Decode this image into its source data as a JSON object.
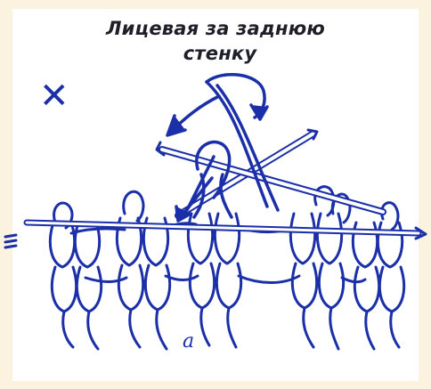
{
  "title": {
    "line1": "Лицевая за заднюю",
    "line2": "стенку"
  },
  "symbol": "✕",
  "figure_label": "a",
  "colors": {
    "ink": "#1b2fa8",
    "text": "#1f1f2a",
    "background": "#fbf3e0",
    "panel": "#ffffff"
  },
  "icons": [
    "knitting-stitch-diagram",
    "left-needle-icon",
    "right-needle-icon",
    "working-arrow-icon",
    "tail-marks-icon"
  ]
}
